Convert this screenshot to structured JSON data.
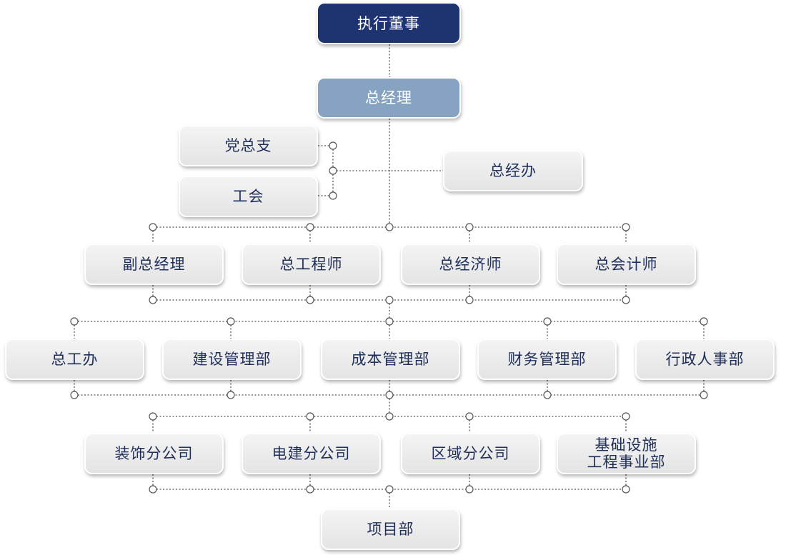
{
  "nodes": {
    "chairman": "执行董事",
    "general_manager": "总经理",
    "party_branch": "党总支",
    "union": "工会",
    "gm_office": "总经办",
    "vice_gm": "副总经理",
    "chief_engineer": "总工程师",
    "chief_economist": "总经济师",
    "chief_accountant": "总会计师",
    "chief_eng_office": "总工办",
    "construction_mgmt": "建设管理部",
    "cost_mgmt": "成本管理部",
    "finance_mgmt": "财务管理部",
    "admin_hr": "行政人事部",
    "decoration_branch": "装饰分公司",
    "electrical_branch": "电建分公司",
    "regional_branch": "区域分公司",
    "infra_line1": "基础设施",
    "infra_line2": "工程事业部",
    "project_dept": "项目部"
  },
  "colors": {
    "top": "#1e3470",
    "general_manager": "#86a3c2",
    "box": "#e8e8e8",
    "text": "#1f2f5a",
    "line": "#555555"
  }
}
